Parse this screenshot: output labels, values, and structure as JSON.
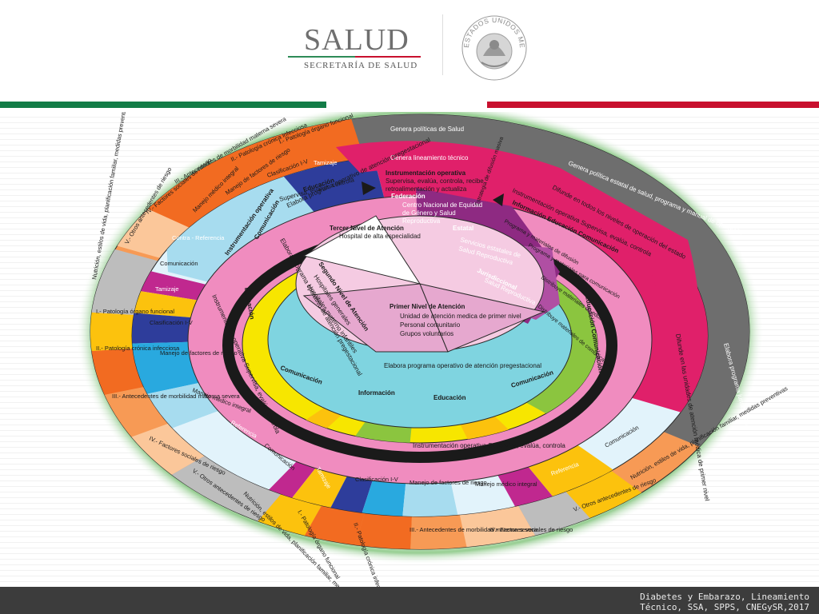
{
  "header": {
    "logo_word": "SALUD",
    "logo_sub": "SECRETARÍA DE SALUD",
    "seal_text": "ESTADOS UNIDOS MEXICANOS"
  },
  "colors": {
    "green_stripe": "#137c47",
    "red_stripe": "#c8102e",
    "dark_gray": "#6e6e6e",
    "magenta": "#e0206a",
    "pink": "#f08cbf",
    "yellow": "#f7e600",
    "cyan": "#7fd4e0",
    "purple": "#8e2a82",
    "light_pink": "#f5cbe2",
    "black": "#1a1a1a"
  },
  "diagram": {
    "outer_gray": [
      "Genera políticas de Salud",
      "Genera política estatal de salud, programa y manual de operación",
      "Elabora programa jurisdiccional"
    ],
    "magenta_ring": [
      "Genera lineamiento técnico",
      "Difunde en todos los niveles de operación del estado",
      "Difunde en las unidades de atención médica de primer nivel"
    ],
    "pink_ring": [
      "Instrumentación operativa",
      "Supervisa, evalúa, controla",
      "Instrumentación operativa Supervisa, evalúa, controla",
      "Instrumentación operativa Supervisa, evalúa, controla",
      "Instrumentación operativa Supervisa, evalúa, controla"
    ],
    "levels": {
      "tercer": {
        "title": "Tercer Nivel de Atención",
        "line1": "Hospital de alta especialidad"
      },
      "segundo": {
        "title": "Segundo Nivel de Atención",
        "line1": "Hospitales generales",
        "line2": "Hospitales materno infantiles"
      },
      "primer": {
        "title": "Primer Nivel de Atención",
        "line1": "Unidad de atención medica de primer nivel",
        "line2": "Personal comunitario",
        "line3": "Grupos voluntarios"
      }
    },
    "purple_wedges": {
      "federacion": {
        "title": "Federación",
        "line1": "Centro Nacional de Equidad",
        "line2": "de Género y Salud",
        "line3": "Reproductiva"
      },
      "estatal": {
        "title": "Estatal",
        "line1": "Servicios estatales de",
        "line2": "Salud Reproductiva"
      },
      "jurisdiccional": {
        "title": "Jurisdiccional",
        "line1": "Salud Reproductiva"
      }
    },
    "top_instrumentacion": {
      "title": "Instrumentación operativa",
      "line1": "Supervisa, evalúa, controla, recibe",
      "line2": "retroalimentación y actualiza"
    },
    "cyan_ring": [
      "Elabora programa operativo de atención pregestacional",
      "Elabora programa operativo de atención pregestacional",
      "Elabora programa operativo de atención pregestacional"
    ],
    "inner_ring": [
      "Educación",
      "Comunicación",
      "Educación",
      "Comunicación",
      "Información",
      "Educación",
      "Comunicación",
      "Información Educación Comunicación",
      "Educación Comunicación"
    ],
    "green_cells": [
      "Estrategia de difusión masiva",
      "Programa y materiales de difusión",
      "Programa y materiales para comunicación",
      "Distribuye materiales de educación",
      "Distribuye materiales de comunicación"
    ],
    "outer_cells": [
      {
        "label": "I.- Patología órgano funcional",
        "color": "#f26b21"
      },
      {
        "label": "II.- Patología crónica infecciosa",
        "color": "#f26b21"
      },
      {
        "label": "III.- Antecedentes de morbilidad materna severa",
        "color": "#f79a55"
      },
      {
        "label": "IV.- Factores sociales de riesgo",
        "color": "#fbc79a"
      },
      {
        "label": "V.- Otros antecedentes de riesgo",
        "color": "#bdbdbd"
      },
      {
        "label": "Nutrición, estilos de vida, planificación familiar, medidas preventivas",
        "color": "#fcc20d"
      }
    ],
    "inner_cells": [
      {
        "label": "Tamizaje",
        "color": "#2e3d9b"
      },
      {
        "label": "Clasificación I-V",
        "color": "#29a9df"
      },
      {
        "label": "Manejo de factores de riesgo",
        "color": "#a7dcef"
      },
      {
        "label": "Manejo médico integral",
        "color": "#e2f3fb"
      },
      {
        "label": "Referencia",
        "color": "#c0288f"
      },
      {
        "label": "Comunicación",
        "color": "#fcc20d"
      },
      {
        "label": "Contra - Referencia",
        "color": "#c0288f"
      }
    ]
  },
  "footer": {
    "line1": "Diabetes y Embarazo, Lineamiento",
    "line2": "Técnico, SSA, SPPS, CNEGySR,2017"
  }
}
